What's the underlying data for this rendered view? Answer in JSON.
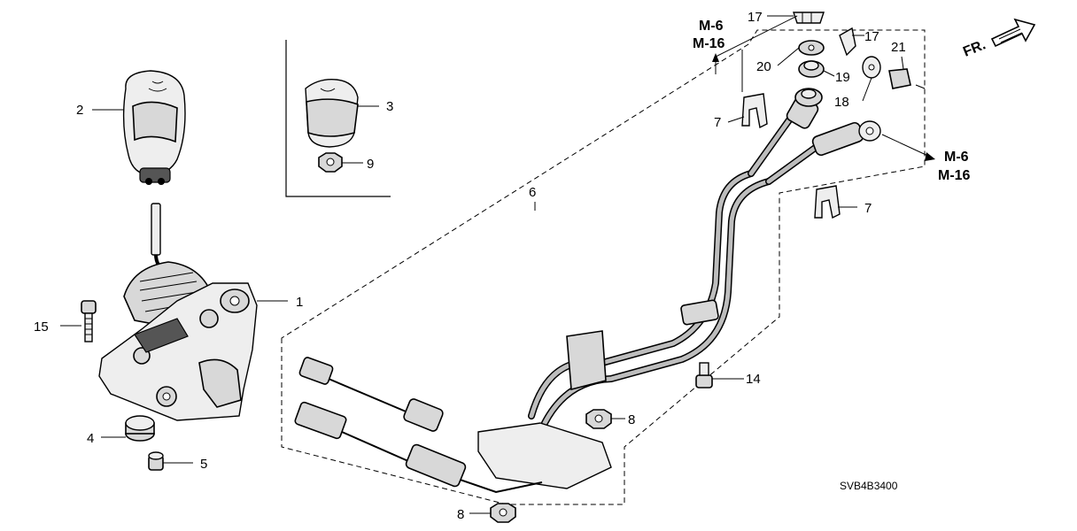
{
  "callouts": {
    "c1": "1",
    "c2": "2",
    "c3": "3",
    "c4": "4",
    "c5": "5",
    "c6": "6",
    "c7a": "7",
    "c7b": "7",
    "c8a": "8",
    "c8b": "8",
    "c9": "9",
    "c14": "14",
    "c15": "15",
    "c17a": "17",
    "c17b": "17",
    "c18": "18",
    "c19": "19",
    "c20": "20",
    "c21": "21"
  },
  "refs": {
    "top_m6": "M-6",
    "top_m16": "M-16",
    "right_m6": "M-6",
    "right_m16": "M-16"
  },
  "front_marker": "FR.",
  "diagram_code": "SVB4B3400"
}
